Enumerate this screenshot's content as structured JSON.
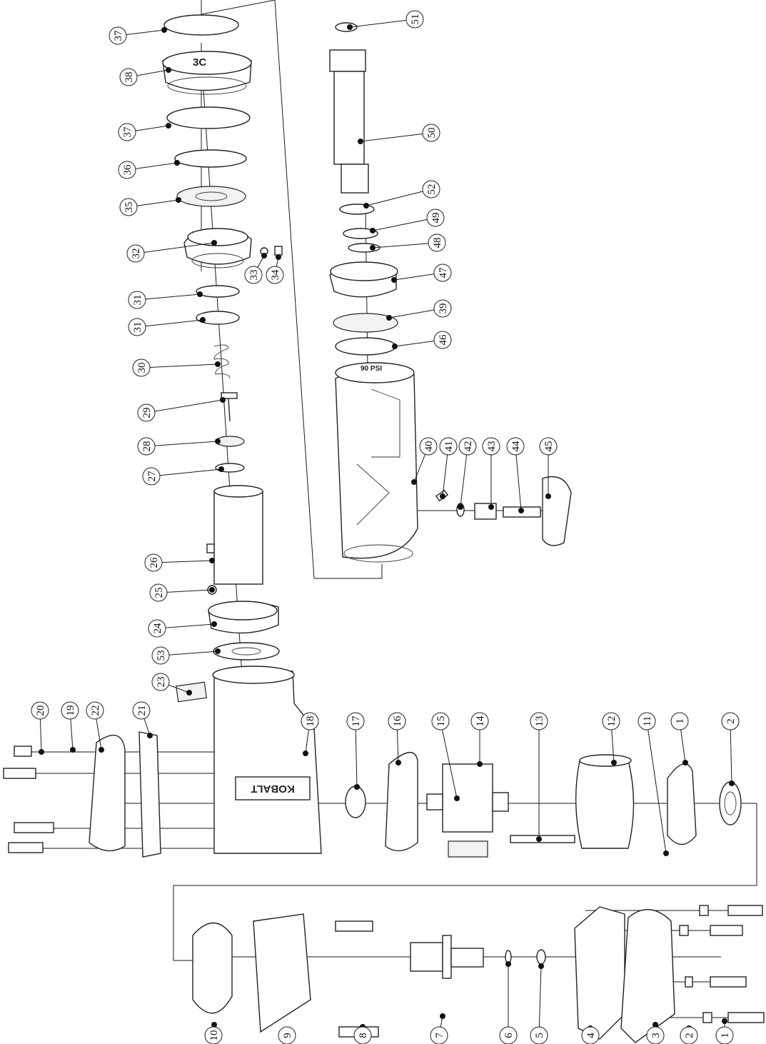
{
  "diagram": {
    "brand_label": "KOBALT",
    "pressure_label": "90 PSI",
    "cap_mark": "3C",
    "callouts": [
      "51",
      "50",
      "52",
      "49",
      "48",
      "47",
      "39",
      "46",
      "40",
      "41",
      "42",
      "43",
      "44",
      "45",
      "37",
      "38",
      "37",
      "36",
      "35",
      "32",
      "33",
      "34",
      "31",
      "31",
      "30",
      "29",
      "28",
      "27",
      "26",
      "25",
      "24",
      "53",
      "23",
      "22",
      "21",
      "20",
      "19",
      "18",
      "17",
      "16",
      "15",
      "14",
      "13",
      "12",
      "11",
      "1",
      "2",
      "10",
      "9",
      "8",
      "7",
      "6",
      "5",
      "4",
      "3",
      "2",
      "1"
    ]
  }
}
